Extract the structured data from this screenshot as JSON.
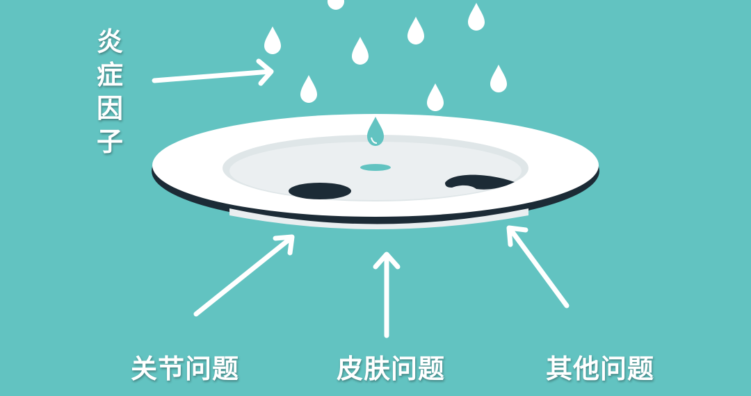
{
  "labels": {
    "inflammatory_factors": "炎症因子",
    "joint_problems": "关节问题",
    "skin_problems": "皮肤问题",
    "other_problems": "其他问题"
  },
  "colors": {
    "background": "#62c3c1",
    "plate": "#ffffff",
    "plate_rim_shadow": "#1c2b36",
    "drop": "#ffffff",
    "arrow": "#ffffff",
    "stain": "#1c2b36"
  },
  "icons": [
    "water-drop-icon",
    "plate-icon",
    "arrow-icon"
  ]
}
